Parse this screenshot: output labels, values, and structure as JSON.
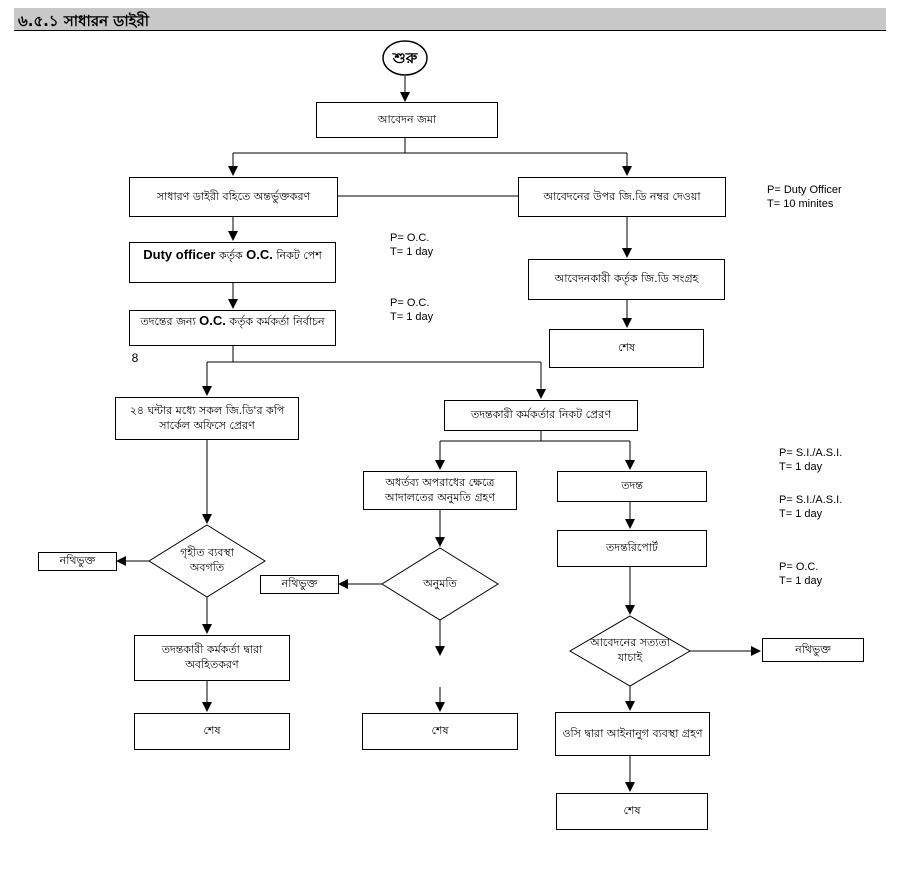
{
  "header": {
    "title": "৬.৫.১ সাধারন ডাইরী"
  },
  "nodes": {
    "start": "শুরু",
    "apply": "আবেদন জমা",
    "entry": "সাধারণ ডাইরী বহিতে অন্তর্ভুক্তকরণ",
    "gd_number": "আবেদনের উপর জি.ডি নম্বর দেওয়া",
    "collect": "আবেদনকারী কর্তৃক জি.ডি সংগ্রহ",
    "end_top_right": "শেষ",
    "present_oc_1": "Duty officer",
    "present_oc_2": " কর্তৃক ",
    "present_oc_3": "O.C.",
    "present_oc_4": " নিকট পেশ",
    "select_officer_1": "তদন্তের জন্য ",
    "select_officer_2": "O.C.",
    "select_officer_3": " কর্তৃক কর্মকর্তা নির্বাচন",
    "copy_circle": "২৪ ঘন্টার মধ্যে সকল জি.ডি'র কপি সার্কেল অফিসে প্রেরণ",
    "send_io": "তদন্তকারী কর্মকর্তার নিকট প্রেরণ",
    "court_perm": "অধর্তব্য অপরাধের ক্ষেত্রে আদালতের অনুমতি গ্রহণ",
    "investigation": "তদন্ত",
    "inv_report": "তদন্তরিপোর্ট",
    "dec_action": "গৃহীত ব্যবস্থা অবগতি",
    "dec_permission": "অনুমতি",
    "dec_truth": "আবেদনের সত্যতা যাচাই",
    "file_left": "নথিভুক্ত",
    "file_mid": "নথিভুক্ত",
    "file_right": "নথিভুক্ত",
    "inform": "তদন্তকারী কর্মকর্তা দ্বারা অবহিতকরণ",
    "legal_action": "ওসি দ্বারা আইনানুগ ব্যবস্থা গ্রহণ",
    "end_left": "শেষ",
    "end_mid": "শেষ",
    "end_right": "শেষ",
    "stray_number": "8"
  },
  "notes": {
    "n1_p": "P= Duty Officer",
    "n1_t": "T= 10 minites",
    "n2_p": "P= O.C.",
    "n2_t": "T= 1 day",
    "n3_p": "P= O.C.",
    "n3_t": "T= 1 day",
    "n4_p": "P= S.I./A.S.I.",
    "n4_t": "T= 1 day",
    "n5_p": "P= S.I./A.S.I.",
    "n5_t": "T= 1 day",
    "n6_p": "P= O.C.",
    "n6_t": "T= 1 day"
  }
}
